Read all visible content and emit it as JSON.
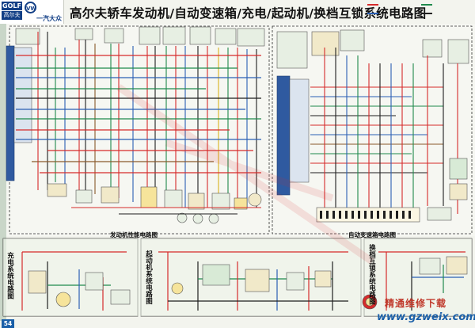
{
  "header": {
    "badge_golf": "GOLF",
    "badge_model": "高尔夫",
    "vw_mark": "VW",
    "brand": "一汽大众",
    "title": "高尔夫轿车发动机/自动变速箱/充电/起动机/换档互锁系统电路图"
  },
  "sections": {
    "engine": "发动机性能电路图",
    "transmission": "自动变速箱电路图",
    "charging": "充电系统电路图",
    "starter": "起动机系统电路图",
    "interlock": "换档互锁系统电路图"
  },
  "footer": {
    "page": "54",
    "site": "www.gzweix.com",
    "site_cn": "精通维修下载"
  },
  "colors": {
    "brand_blue": "#123f86",
    "wire_red": "#d62b2b",
    "wire_green": "#1f8a4c",
    "wire_blue": "#2a5fb4",
    "wire_black": "#1e1e1e",
    "wire_brown": "#8a5a2b",
    "wire_yellow": "#d8b21c"
  }
}
